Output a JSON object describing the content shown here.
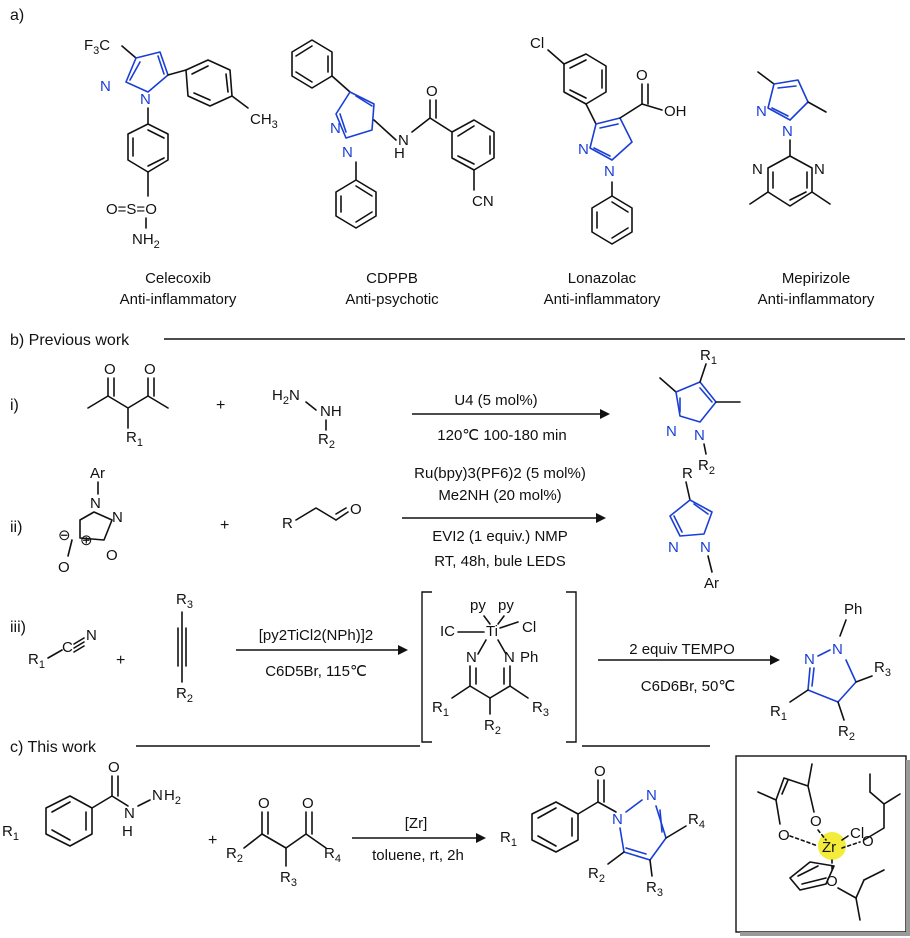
{
  "panels": {
    "a": "a)",
    "b": "b) Previous work",
    "c": "c) This work"
  },
  "drugs": [
    {
      "name": "Celecoxib",
      "use": "Anti-inflammatory"
    },
    {
      "name": "CDPPB",
      "use": "Anti-psychotic"
    },
    {
      "name": "Lonazolac",
      "use": "Anti-inflammatory"
    },
    {
      "name": "Mepirizole",
      "use": "Anti-inflammatory"
    }
  ],
  "routes": {
    "i": {
      "label": "i)",
      "reagent": "U4 (5 mol%)",
      "conditions": "120℃   100-180 min"
    },
    "ii": {
      "label": "ii)",
      "line1": "Ru(bpy)3(PF6)2 (5 mol%)",
      "line2": "Me2NH (20 mol%)",
      "line3": "EVI2 (1 equiv.) NMP",
      "line4": "RT, 48h, bule LEDS"
    },
    "iii": {
      "label": "iii)",
      "reagent": "[py2TiCl2(NPh)]2",
      "conditions": "C6D5Br, 115℃",
      "step2_reagent": "2 equiv  TEMPO",
      "step2_conditions": "C6D6Br, 50℃"
    }
  },
  "this_work": {
    "catalyst": "[Zr]",
    "conditions": "toluene, rt, 2h"
  },
  "colors": {
    "pyrazole": "#1a3fd6",
    "highlight": "#f4ec3a"
  }
}
